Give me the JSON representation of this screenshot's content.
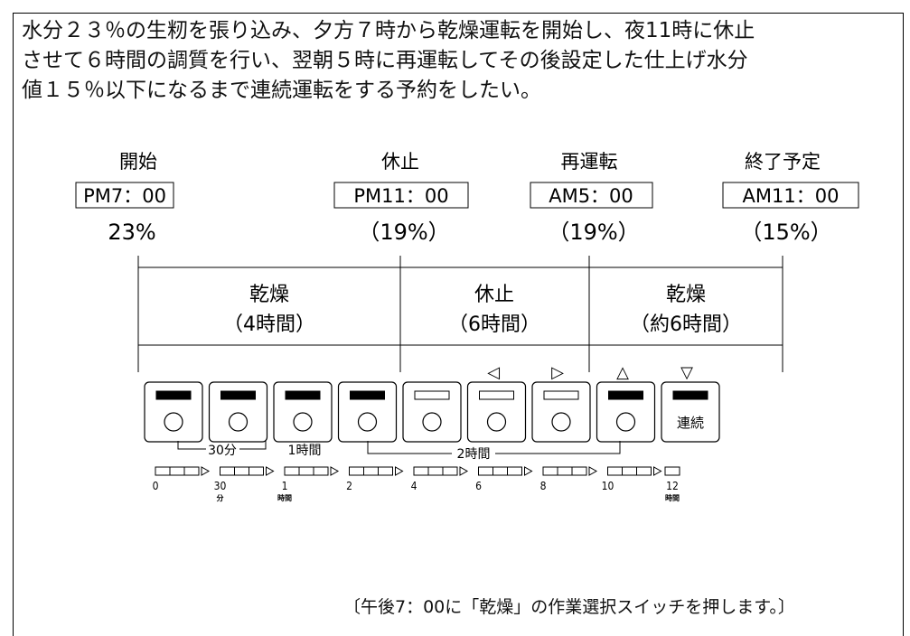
{
  "intro": {
    "line1": "水分２３％の生籾を張り込み、夕方７時から乾燥運転を開始し、夜11時に休止",
    "line2": "させて６時間の調質を行い、翌朝５時に再運転してその後設定した仕上げ水分",
    "line3": "値１５％以下になるまで連続運転をする予約をしたい。"
  },
  "milestones": [
    {
      "label": "開始",
      "time": "PM7：00",
      "moisture": "23%"
    },
    {
      "label": "休止",
      "time": "PM11：00",
      "moisture": "（19%）"
    },
    {
      "label": "再運転",
      "time": "AM5：00",
      "moisture": "（19%）"
    },
    {
      "label": "終了予定",
      "time": "AM11：00",
      "moisture": "（15%）"
    }
  ],
  "phases": [
    {
      "name": "乾燥",
      "duration": "（4時間）"
    },
    {
      "name": "休止",
      "duration": "（6時間）"
    },
    {
      "name": "乾燥",
      "duration": "（約6時間）"
    }
  ],
  "arrows": {
    "left": "◁",
    "right": "▷",
    "up": "△",
    "down": "▽"
  },
  "buttons": [
    {
      "lamp": "on"
    },
    {
      "lamp": "on"
    },
    {
      "lamp": "on"
    },
    {
      "lamp": "on"
    },
    {
      "lamp": "off"
    },
    {
      "lamp": "off"
    },
    {
      "lamp": "off"
    },
    {
      "lamp": "on"
    },
    {
      "lamp": "on",
      "label": "連続"
    }
  ],
  "brackets": {
    "min30": "30分",
    "hour1": "1時間",
    "hour2": "2時間"
  },
  "scale": {
    "ticks": [
      "0",
      "30",
      "1",
      "2",
      "4",
      "6",
      "8",
      "10",
      "12"
    ],
    "units": {
      "min": "分",
      "hour": "時間"
    }
  },
  "footer": "〔午後7：00に「乾燥」の作業選択スイッチを押します。〕"
}
